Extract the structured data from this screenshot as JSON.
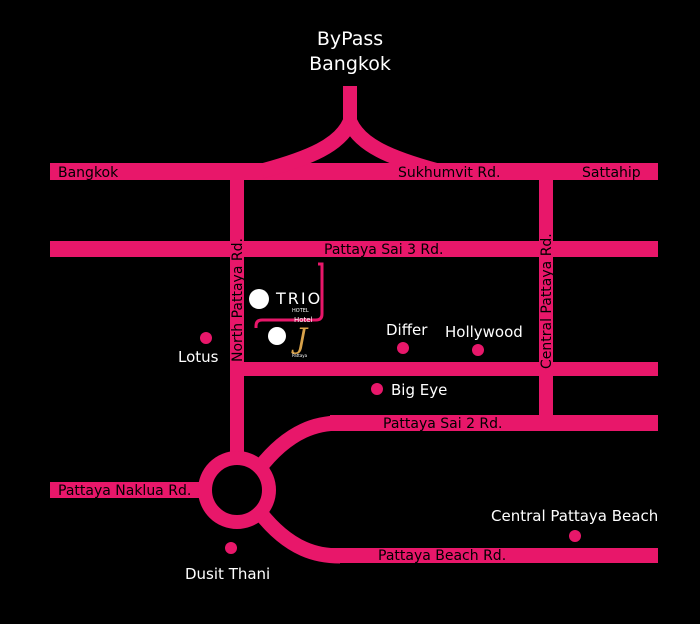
{
  "colors": {
    "background": "#000000",
    "road": "#e8176a",
    "place_text": "#ffffff",
    "road_text": "#000000"
  },
  "destination": {
    "line1": "ByPass",
    "line2": "Bangkok"
  },
  "roads": {
    "bangkok_west": "Bangkok",
    "sukhumvit": "Sukhumvit Rd.",
    "sattahip": "Sattahip",
    "pattaya_sai_3": "Pattaya Sai 3 Rd.",
    "north_pattaya": "North Pattaya Rd.",
    "central_pattaya": "Central Pattaya Rd.",
    "pattaya_sai_2": "Pattaya Sai 2 Rd.",
    "pattaya_naklua": "Pattaya Naklua Rd.",
    "pattaya_beach": "Pattaya Beach Rd."
  },
  "places": {
    "lotus": "Lotus",
    "differ": "Differ",
    "hollywood": "Hollywood",
    "big_eye": "Big Eye",
    "central_pattaya_beach": "Central Pattaya Beach",
    "dusit_thani": "Dusit Thani"
  },
  "hotels": {
    "trio": {
      "name": "TRIO",
      "sub": "HOTEL"
    },
    "j_hotel": {
      "top": "Hotel",
      "letter": "J",
      "sub": "Pattaya"
    }
  }
}
